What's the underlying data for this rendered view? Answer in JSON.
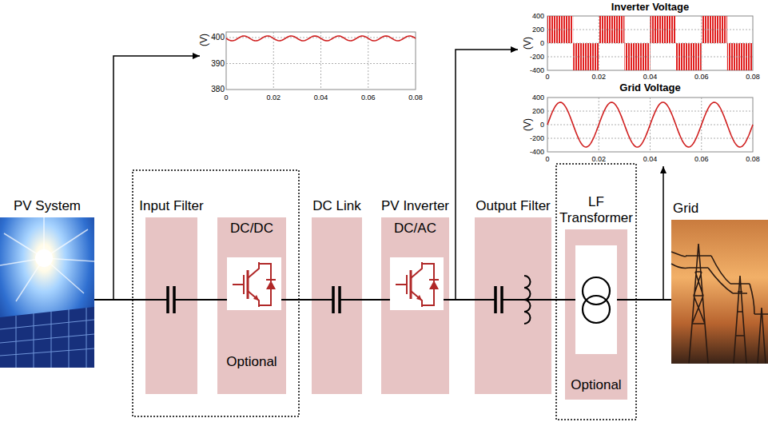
{
  "diagram": {
    "nodes": [
      {
        "text": [
          "PV System"
        ]
      },
      {
        "text": [
          "Input Filter"
        ]
      },
      {
        "text": [
          "DC/DC",
          "Optional"
        ]
      },
      {
        "text": [
          "DC Link"
        ]
      },
      {
        "text": [
          "PV Inverter",
          "DC/AC"
        ]
      },
      {
        "text": [
          "Output Filter"
        ]
      },
      {
        "text": [
          "LF Transformer",
          "Optional"
        ]
      },
      {
        "text": [
          "Grid"
        ]
      }
    ],
    "edges": [
      {
        "from": 0,
        "to": 1,
        "arrow": "none"
      },
      {
        "from": 1,
        "to": 2,
        "arrow": "none"
      },
      {
        "from": 2,
        "to": 3,
        "arrow": "none"
      },
      {
        "from": 3,
        "to": 4,
        "arrow": "none"
      },
      {
        "from": 4,
        "to": 5,
        "arrow": "none"
      },
      {
        "from": 5,
        "to": 6,
        "arrow": "none"
      },
      {
        "from": 6,
        "to": 7,
        "arrow": "none"
      }
    ],
    "labels": [
      "(V)",
      "400",
      "390",
      "380",
      "0",
      "0.02",
      "0.04",
      "0.06",
      "0.08",
      "Inverter Voltage",
      "(V)",
      "400",
      "200",
      "0",
      "-200",
      "-400",
      "0",
      "0.02",
      "0.04",
      "0.06",
      "0.08",
      "Grid Voltage",
      "(V)",
      "400",
      "200",
      "0",
      "-200",
      "-400",
      "0",
      "0.02",
      "0.04",
      "0.06",
      "0.08"
    ]
  }
}
